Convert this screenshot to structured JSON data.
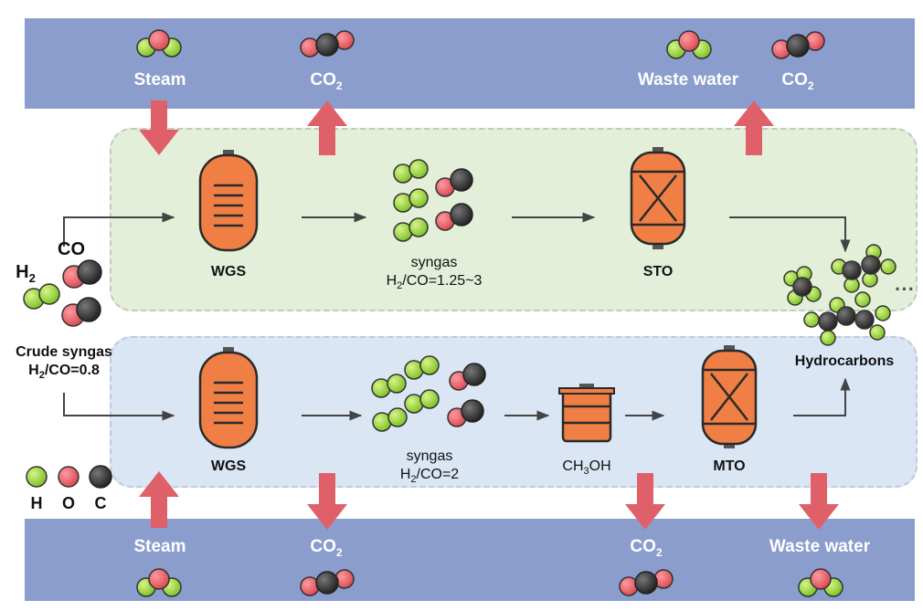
{
  "top_outputs": {
    "steam": "Steam",
    "co2_a": "CO",
    "co2_a_sub": "2",
    "waste_water": "Waste water",
    "co2_b": "CO",
    "co2_b_sub": "2"
  },
  "bottom_outputs": {
    "steam": "Steam",
    "co2_a": "CO",
    "co2_a_sub": "2",
    "co2_b": "CO",
    "co2_b_sub": "2",
    "waste_water": "Waste water"
  },
  "inputs": {
    "co": "CO",
    "h2": "H",
    "h2_sub": "2",
    "crude_label": "Crude syngas",
    "crude_ratio_pre": "H",
    "crude_ratio_sub": "2",
    "crude_ratio_post": "/CO=0.8"
  },
  "top_route": {
    "wgs": "WGS",
    "syngas": "syngas",
    "ratio_pre": "H",
    "ratio_sub": "2",
    "ratio_post": "/CO=1.25~3",
    "sto": "STO"
  },
  "bottom_route": {
    "wgs": "WGS",
    "syngas": "syngas",
    "ratio_pre": "H",
    "ratio_sub": "2",
    "ratio_post": "/CO=2",
    "ch3oh_pre": "CH",
    "ch3oh_sub": "3",
    "ch3oh_post": "OH",
    "mto": "MTO"
  },
  "product": {
    "hydrocarbons": "Hydrocarbons",
    "ellipsis": "···"
  },
  "legend": {
    "h": "H",
    "o": "O",
    "c": "C"
  },
  "colors": {
    "band": "#8a9dcc",
    "top_panel": "#e4efd9",
    "bottom_panel": "#dbe6f5",
    "reactor": "#f07f45",
    "arrow": "#e0606a",
    "hydrogen": "#9ad43a",
    "oxygen": "#e85a60",
    "carbon": "#333333"
  }
}
